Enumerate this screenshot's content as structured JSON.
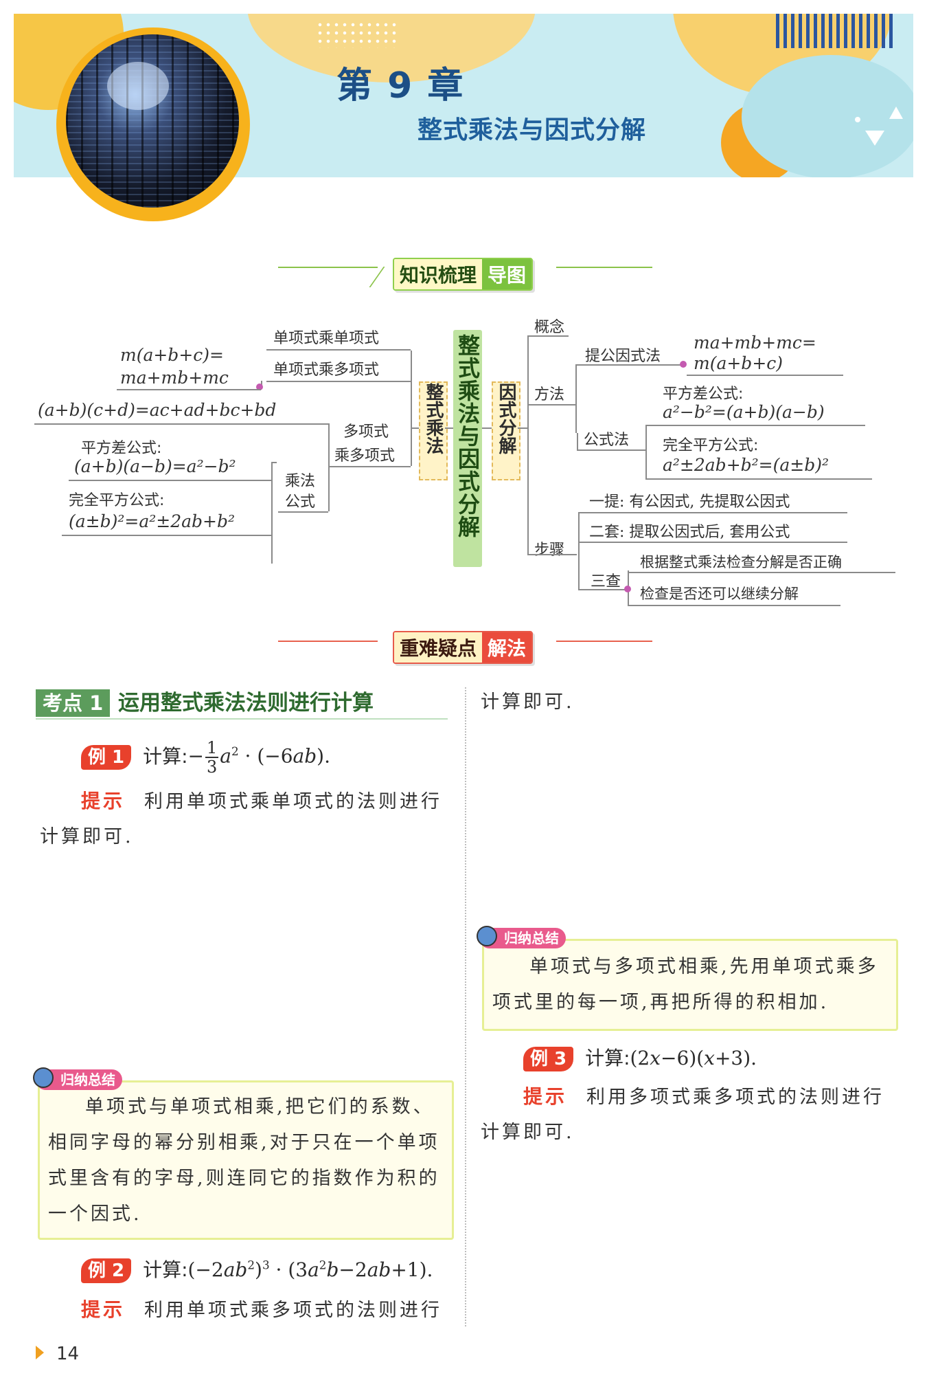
{
  "header": {
    "chapter": "第 9 章",
    "subtitle": "整式乘法与因式分解"
  },
  "section1": {
    "part1": "知识梳理",
    "part2": "导图"
  },
  "section2": {
    "part1": "重难疑点",
    "part2": "解法"
  },
  "mindmap": {
    "center": "整式乘法与因式分解",
    "left_root": "整式乘法",
    "right_root": "因式分解",
    "left": {
      "mono_mono": "单项式乘单项式",
      "mono_poly": "单项式乘多项式",
      "mono_poly_formula_1": "m(a+b+c)=",
      "mono_poly_formula_2": "ma+mb+mc",
      "poly_poly_1": "多项式",
      "poly_poly_2": "乘多项式",
      "poly_poly_formula": "(a+b)(c+d)=ac+ad+bc+bd",
      "formula_1": "乘法",
      "formula_2": "公式",
      "diff_sq_label": "平方差公式:",
      "diff_sq": "(a+b)(a−b)=a²−b²",
      "perfect_sq_label": "完全平方公式:",
      "perfect_sq": "(a±b)²=a²±2ab+b²"
    },
    "right": {
      "concept": "概念",
      "method": "方法",
      "steps": "步骤",
      "common_factor": "提公因式法",
      "common_factor_formula_1": "ma+mb+mc=",
      "common_factor_formula_2": "m(a+b+c)",
      "formula_method": "公式法",
      "diff_sq_label": "平方差公式:",
      "diff_sq": "a²−b²=(a+b)(a−b)",
      "perfect_sq_label": "完全平方公式:",
      "perfect_sq": "a²±2ab+b²=(a±b)²",
      "step1": "一提: 有公因式, 先提取公因式",
      "step2": "二套: 提取公因式后, 套用公式",
      "step3": "三查",
      "step3a": "根据整式乘法检查分解是否正确",
      "step3b": "检查是否还可以继续分解"
    }
  },
  "kaodian": {
    "label": "考点 1",
    "title": "运用整式乘法法则进行计算"
  },
  "examples": {
    "ex1_badge": "例 1",
    "ex1_prefix": "计算:",
    "ex1_num": "1",
    "ex1_den": "3",
    "ex1_hint_label": "提示",
    "ex1_hint_1": "利用单项式乘单项式的法则进行",
    "ex1_hint_2": "计算即可.",
    "summary1_tag": "归纳总结",
    "summary1": [
      "单项式与单项式相乘,把它们的系数、",
      "相同字母的幂分别相乘,对于只在一个单项",
      "式里含有的字母,则连同它的指数作为积的",
      "一个因式."
    ],
    "ex2_badge": "例 2",
    "ex2_prefix": "计算:",
    "ex2_hint_label": "提示",
    "ex2_hint_1": "利用单项式乘多项式的法则进行",
    "right_top": "计算即可.",
    "summary2_tag": "归纳总结",
    "summary2": [
      "单项式与多项式相乘,先用单项式乘多",
      "项式里的每一项,再把所得的积相加."
    ],
    "ex3_badge": "例 3",
    "ex3_prefix": "计算:",
    "ex3_hint_label": "提示",
    "ex3_hint_1": "利用多项式乘多项式的法则进行",
    "ex3_hint_2": "计算即可."
  },
  "page_number": "14",
  "colors": {
    "accent_green": "#7cc23e",
    "accent_red": "#ea4c3c",
    "title_blue": "#1c4f86"
  }
}
